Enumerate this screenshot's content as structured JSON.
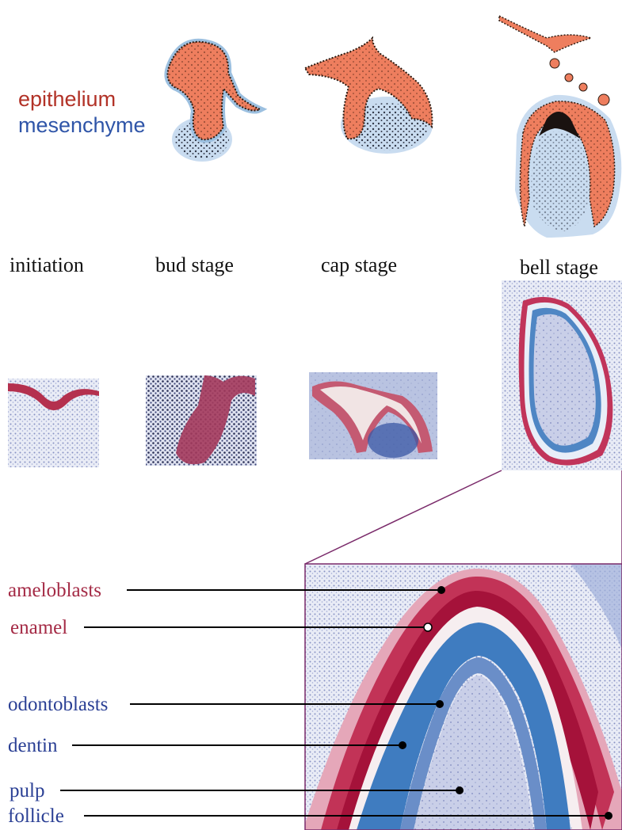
{
  "legend": {
    "epithelium": "epithelium",
    "mesenchyme": "mesenchyme",
    "epithelium_color": "#b23227",
    "mesenchyme_color": "#2f55a8"
  },
  "stages": {
    "initiation": "initiation",
    "bud": "bud stage",
    "cap": "cap stage",
    "bell": "bell stage"
  },
  "callouts": {
    "ameloblasts": "ameloblasts",
    "enamel": "enamel",
    "odontoblasts": "odontoblasts",
    "dentin": "dentin",
    "pulp": "pulp",
    "follicle": "follicle",
    "red_group_color": "#a42a45",
    "blue_group_color": "#2a3f94"
  }
}
